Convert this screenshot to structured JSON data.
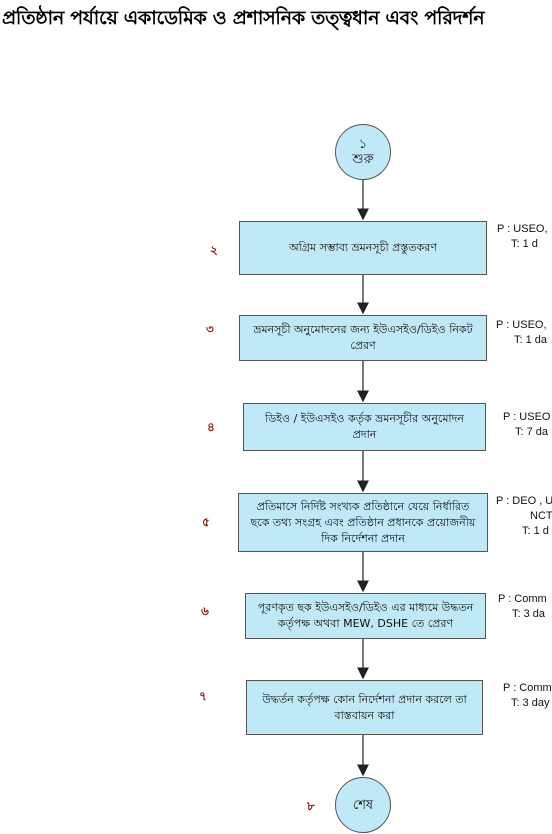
{
  "title": "প্রতিষ্ঠান পর্যায়ে একাডেমিক ও প্রশাসনিক তত্ত্বধান এবং পরিদর্শন",
  "start": {
    "num": "১",
    "label": "শুরু"
  },
  "end": {
    "num": "৮",
    "label": "শেষ"
  },
  "steps": [
    {
      "num": "২",
      "text": "অগ্রিম সম্ভাব্য ভ্রমনসূচী প্রস্তুতকরণ",
      "p": "P : USEO,",
      "t": "T: 1 d"
    },
    {
      "num": "৩",
      "text": "ভ্রমনসূচী অনুমোদনের জন্য ইউএসইও/ডিইও নিকট প্রেরণ",
      "p": "P : USEO,",
      "t": "T: 1 da"
    },
    {
      "num": "৪",
      "text": "ডিইও / ইউএসইও কর্তৃক ভ্রমনসূচীর অনুমোদন প্রদান",
      "p": "P : USEO",
      "t": "T: 7 da"
    },
    {
      "num": "৫",
      "text": "প্রতিমাসে নির্দিষ্ট সংখ্যক প্রতিষ্ঠানে যেয়ে নির্ধারিত ছকে তথ্য সংগ্রহ এবং প্রতিষ্ঠান প্রধানকে প্রয়োজনীয় দিক নির্দেশনা প্রদান",
      "p": "P : DEO , U",
      "p2": "NCT",
      "t": "T: 1 d"
    },
    {
      "num": "৬",
      "text": "পূরণকৃত ছক ইউএসইও/ডিইও এর মাধ্যমে উদ্ধতন কর্তৃপক্ষ অথবা MEW, DSHE তে প্রেরণ",
      "p": "P : Comm",
      "t": "T: 3 da"
    },
    {
      "num": "৭",
      "text": "উদ্ধর্তন কর্তৃপক্ষ কোন নির্দেশনা প্রদান করলে তা বাস্তবায়ন করা",
      "p": "P : Comm",
      "t": "T: 3 day"
    }
  ]
}
